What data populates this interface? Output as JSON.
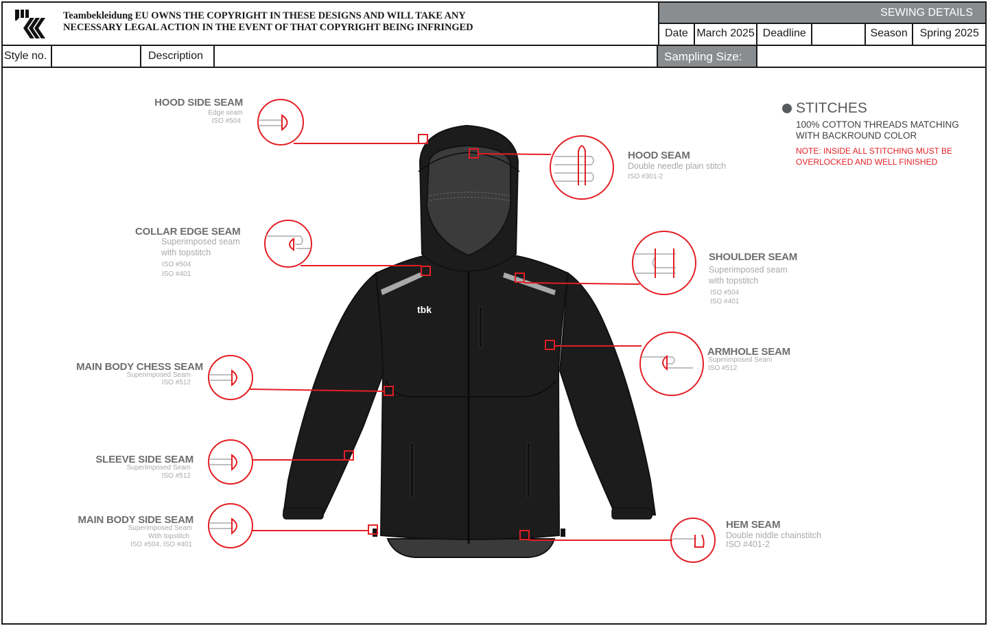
{
  "header": {
    "copyright_line1": "Teambekleidung EU OWNS THE COPYRIGHT IN THESE DESIGNS AND WILL TAKE ANY",
    "copyright_line2": "NECESSARY LEGAL ACTION IN THE EVENT OF THAT COPYRIGHT BEING INFRINGED",
    "section_title": "SEWING DETAILS",
    "date_label": "Date",
    "date_value": "March 2025",
    "deadline_label": "Deadline",
    "deadline_value": "",
    "season_label": "Season",
    "season_value": "Spring 2025",
    "style_label": "Style no.",
    "style_value": "",
    "description_label": "Description",
    "description_value": "",
    "sampling_label": "Sampling Size:",
    "sampling_value": ""
  },
  "stitches": {
    "title": "STITCHES",
    "line1": "100% COTTON THREADS MATCHING",
    "line2": "WITH BACKROUND COLOR",
    "note1": "NOTE: INSIDE ALL STITCHING MUST BE",
    "note2": "OVERLOCKED AND WELL FINISHED"
  },
  "garment": {
    "logo_text": "tbk"
  },
  "callouts": {
    "hood_side": {
      "title": "HOOD SIDE SEAM",
      "sub": "Edge seam",
      "iso": "ISO #504"
    },
    "hood": {
      "title": "HOOD SEAM",
      "sub": "Double needle plain stitch",
      "iso": "ISO #301-2"
    },
    "collar_edge": {
      "title": "COLLAR EDGE  SEAM",
      "sub1": "Superimposed seam",
      "sub2": " with topstitch",
      "iso1": "ISO #504",
      "iso2": "ISO #401"
    },
    "shoulder": {
      "title": "SHOULDER SEAM",
      "sub1": "Superimposed seam",
      "sub2": " with topstitch",
      "iso1": "ISO #504",
      "iso2": "ISO #401"
    },
    "armhole": {
      "title": "ARMHOLE SEAM",
      "sub": "Superimposed Seam",
      "iso": "ISO #512"
    },
    "chess": {
      "title": "MAIN BODY CHESS SEAM",
      "sub": "Superimposed Seam",
      "iso": "ISO #512"
    },
    "sleeve_side": {
      "title": "SLEEVE SIDE SEAM",
      "sub": "Superimposed Seam",
      "iso": "ISO #512"
    },
    "body_side": {
      "title": "MAIN BODY SIDE SEAM",
      "sub1": "Superimposed Seam",
      "sub2": "With topstitch",
      "iso": "ISO #504, ISO #401"
    },
    "hem": {
      "title": "HEM SEAM",
      "sub": "Double niddle  chainstitch",
      "iso": "ISO #401-2"
    }
  },
  "colors": {
    "accent_red": "#e31e24",
    "header_gray": "#8a8d90",
    "garment": "#1c1c1d"
  }
}
